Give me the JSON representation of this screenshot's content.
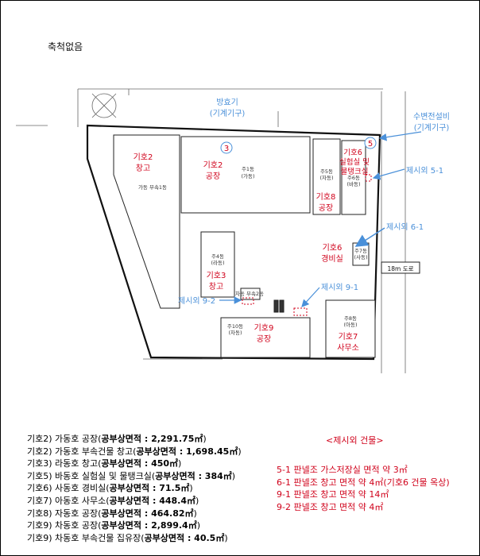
{
  "header": {
    "scale_note": "축척없음"
  },
  "map": {
    "colors": {
      "red": "#d0021b",
      "blue": "#4a90d9",
      "line": "#222222"
    },
    "callouts": {
      "ventilator_top": "방효기",
      "ventilator_bottom": "(기계기구)",
      "ventilator_num": "3",
      "substation_top": "수변전설비",
      "substation_bottom": "(기계기구)",
      "substation_num": "5",
      "exempt_5_1": "제시외 5-1",
      "exempt_6_1": "제시외 6-1",
      "exempt_9_1": "제시외 9-1",
      "exempt_9_2": "제시외 9-2"
    },
    "labels": {
      "b2_warehouse_1": "기호2",
      "b2_warehouse_2": "창고",
      "b2_factory_1": "기호2",
      "b2_factory_2": "공장",
      "b6_1": "기호6",
      "b6_2": "실험실 및",
      "b6_3": "물탱크실",
      "b8_1": "기호8",
      "b8_2": "공장",
      "b6g_1": "기호6",
      "b6g_2": "경비실",
      "b3_1": "기호3",
      "b3_2": "창고",
      "b9_1": "기호9",
      "b9_2": "공장",
      "b7_1": "기호7",
      "b7_2": "사무소",
      "road": "18m 도로"
    },
    "small_labels": {
      "ga_annex": "가동 부속1동",
      "ju1": "주1동",
      "ju1_sub": "(가동)",
      "ju5": "주5동",
      "ju5_sub": "(자동)",
      "ju6": "주6동",
      "ju6_sub": "(바동)",
      "ju4": "주4동",
      "ju4_sub": "(라동)",
      "ju7": "주7동",
      "ju7_sub": "(사동)",
      "cha_annex": "차동 부속2동",
      "ju10": "주10동",
      "ju10_sub": "(차동)",
      "ju8": "주8동",
      "ju8_sub": "(아동)"
    }
  },
  "legend": {
    "items": [
      {
        "prefix": "기호2) 가동호 공장(",
        "metric": "공부상면적 : 2,291.75㎡",
        "suffix": ")"
      },
      {
        "prefix": "기호2) 가동호 부속건물 창고(",
        "metric": "공부상면적 : 1,698.45㎡",
        "suffix": ")"
      },
      {
        "prefix": "기호3) 라동호 창고(",
        "metric": "공부상면적 : 450㎡",
        "suffix": ")"
      },
      {
        "prefix": "기호5) 바동호 실험실 및 물탱크실(",
        "metric": "공부상면적 : 384㎡",
        "suffix": ")"
      },
      {
        "prefix": "기호6) 사동호 경비실(",
        "metric": "공부상면적 : 71.5㎡",
        "suffix": ")"
      },
      {
        "prefix": "기호7) 아동호 사무소(",
        "metric": "공부상면적 : 448.4㎡",
        "suffix": ")"
      },
      {
        "prefix": "기호8) 자동호 공장(",
        "metric": "공부상면적 : 464.82㎡",
        "suffix": ")"
      },
      {
        "prefix": "기호9) 차동호 공장(",
        "metric": "공부상면적 : 2,899.4㎡",
        "suffix": ")"
      },
      {
        "prefix": "기호9) 차동호 부속건물 집유장(",
        "metric": "공부상면적 : 40.5㎡",
        "suffix": ")"
      }
    ]
  },
  "exempt": {
    "title": "<제시외 건물>",
    "items": [
      "5-1 판넬조 가스저장실 면적 약 3㎡",
      "6-1 판넬조 창고 면적 약 4㎡(기호6 건물 옥상)",
      "9-1 판넬조 창고 면적 약 14㎡",
      "9-2 판넬조 창고 면적 약 4㎡"
    ]
  }
}
